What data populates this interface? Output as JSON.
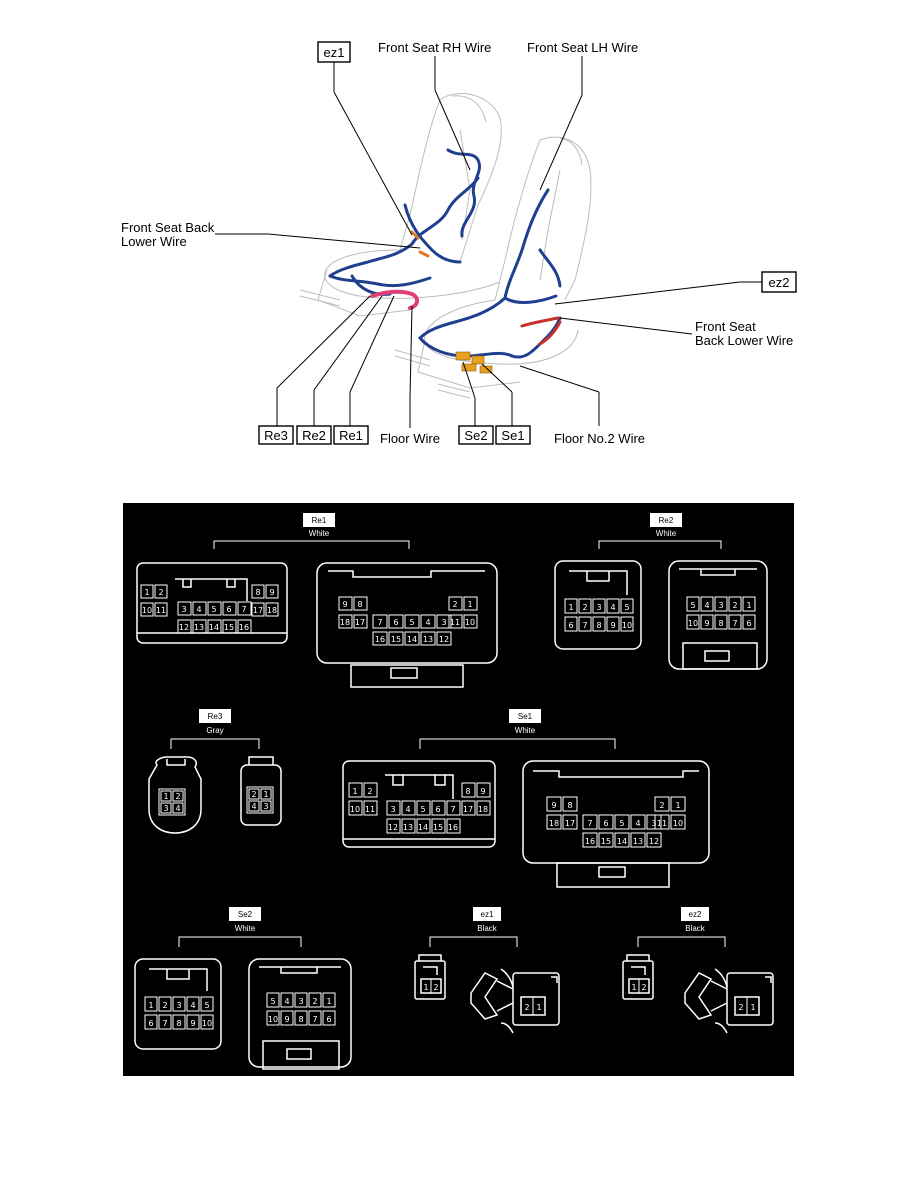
{
  "callouts": {
    "ez1": "ez1",
    "ez2": "ez2",
    "re1": "Re1",
    "re2": "Re2",
    "re3": "Re3",
    "se1": "Se1",
    "se2": "Se2",
    "front_seat_rh_wire": "Front Seat RH Wire",
    "front_seat_lh_wire": "Front Seat LH Wire",
    "front_seat_back_lower_wire_left_line1": "Front Seat Back",
    "front_seat_back_lower_wire_left_line2": "Lower Wire",
    "front_seat_back_lower_wire_right_line1": "Front Seat",
    "front_seat_back_lower_wire_right_line2": "Back Lower Wire",
    "floor_wire": "Floor Wire",
    "floor_no2_wire": "Floor No.2 Wire"
  },
  "connectors": {
    "re1": {
      "tag": "Re1",
      "color": "White"
    },
    "re2": {
      "tag": "Re2",
      "color": "White"
    },
    "re3": {
      "tag": "Re3",
      "color": "Gray"
    },
    "se1": {
      "tag": "Se1",
      "color": "White"
    },
    "se2": {
      "tag": "Se2",
      "color": "White"
    },
    "ez1": {
      "tag": "ez1",
      "color": "Black"
    },
    "ez2": {
      "tag": "ez2",
      "color": "Black"
    }
  },
  "colors": {
    "harness_blue": "#1f3f8f",
    "harness_pink": "#e0407a",
    "harness_orange": "#e07a20",
    "harness_red": "#c8302a",
    "floor_connector_yellow": "#e8a020",
    "seat_outline": "#b8b8b8",
    "panel_background": "#000000"
  }
}
